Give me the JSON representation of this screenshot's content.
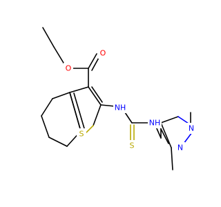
{
  "diagram": {
    "type": "chemical-structure",
    "atom_labels": {
      "o_ether": "O",
      "o_carbonyl": "O",
      "s_thiophene": "S",
      "s_thiourea": "S",
      "nh_left": "NH",
      "nh_right": "NH",
      "n_methyl": "N",
      "n_ring": "N"
    },
    "colors": {
      "oxygen": "#ff0000",
      "sulfur": "#b8a800",
      "nitrogen": "#0000ff",
      "carbon": "#000000"
    }
  }
}
